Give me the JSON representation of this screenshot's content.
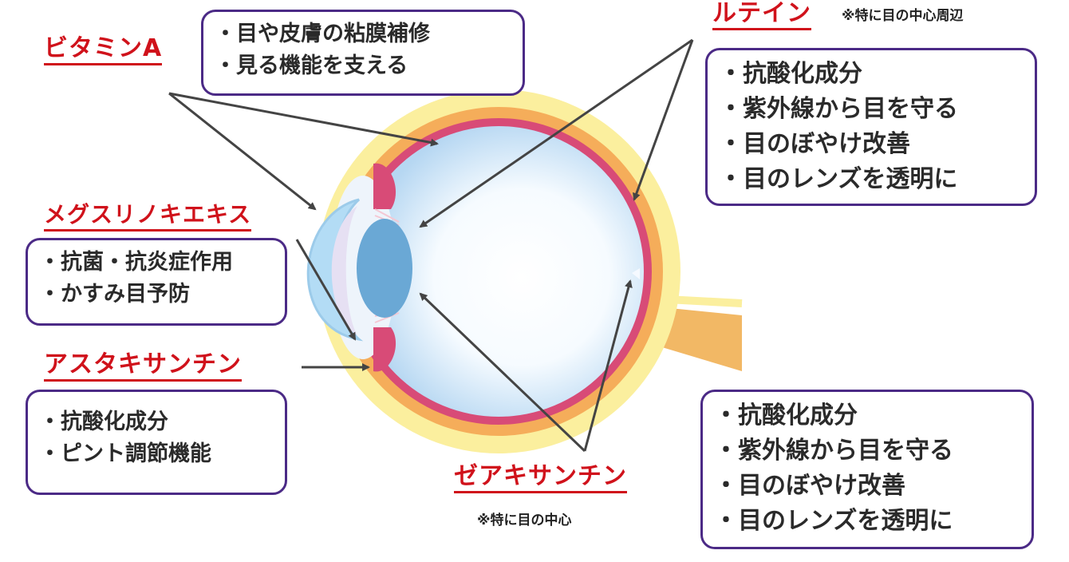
{
  "labels": {
    "vitamin_a": "ビタミンA",
    "lutein": "ルテイン",
    "lutein_note": "※特に目の中心周辺",
    "megusurinoki": "メグスリノキエキス",
    "astaxanthin": "アスタキサンチン",
    "zeaxanthin": "ゼアキサンチン",
    "zeaxanthin_note": "※特に目の中心"
  },
  "boxes": {
    "vitamin_a": [
      "目や皮膚の粘膜補修",
      "見る機能を支える"
    ],
    "lutein": [
      "抗酸化成分",
      "紫外線から目を守る",
      "目のぼやけ改善",
      "目のレンズを透明に"
    ],
    "megusurinoki": [
      "抗菌・抗炎症作用",
      "かすみ目予防"
    ],
    "astaxanthin": [
      "抗酸化成分",
      "ピント調節機能"
    ],
    "zeaxanthin": [
      "抗酸化成分",
      "紫外線から目を守る",
      "目のぼやけ改善",
      "目のレンズを透明に"
    ]
  },
  "colors": {
    "heading": "#d0121b",
    "box_border": "#4b2a86",
    "arrow": "#444444",
    "eye_outer_glow": "#fbef9e",
    "sclera_orange": "#f5ad5a",
    "retina_pink": "#d84b77",
    "eyeball_inner": "#ffffff",
    "eyeball_edge": "#b6d7f2",
    "lens": "#6aa8d5",
    "cornea": "#b3dcf5",
    "optic_nerve": "#f2b865"
  }
}
